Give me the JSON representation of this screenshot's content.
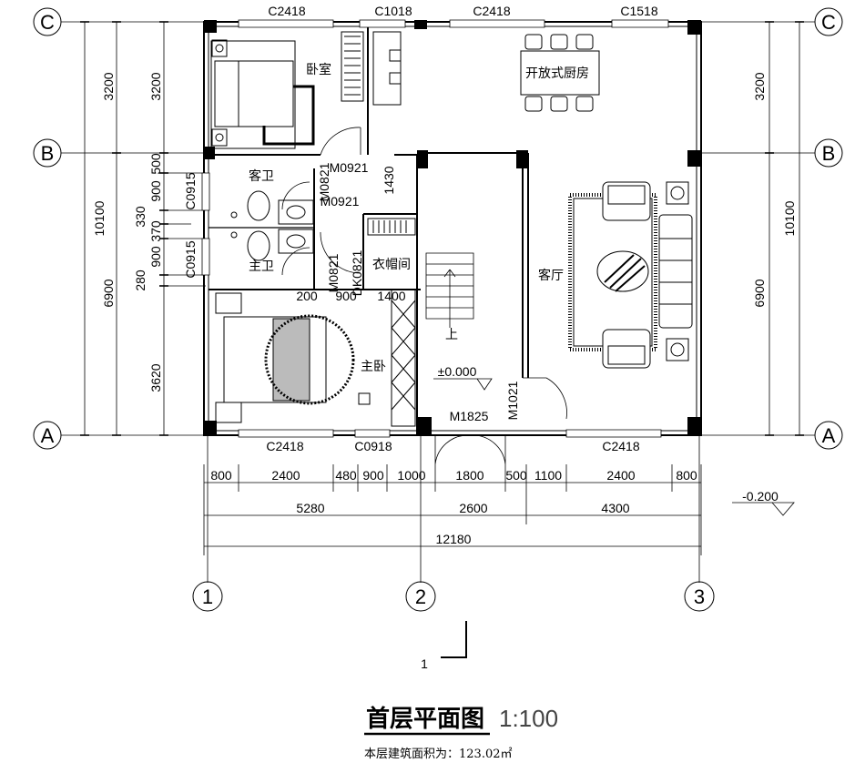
{
  "title": "首层平面图",
  "scale": "1:100",
  "area_note": "本层建筑面积为：123.02㎡",
  "axes": {
    "rows": [
      "C",
      "B",
      "A"
    ],
    "cols": [
      "1",
      "2",
      "3"
    ]
  },
  "rooms": {
    "bedroom": "卧室",
    "kitchen": "开放式厨房",
    "guest_bath": "客卫",
    "master_bath": "主卫",
    "closet": "衣帽间",
    "living": "客厅",
    "master_bedroom": "主卧"
  },
  "elevation_inside": "±0.000",
  "elevation_outside": "-0.200",
  "stair_up": "上",
  "section_mark": "1",
  "openings": {
    "top": [
      "C2418",
      "C1018",
      "C2418",
      "C1518"
    ],
    "bottom": [
      "C2418",
      "C0918",
      "M1825",
      "C2418"
    ],
    "m0921_a": "M0921",
    "m0921_b": "M0921",
    "m0821_a": "M0821",
    "m0821_b": "M0821",
    "dk0821": "DK0821",
    "c0915_a": "C0915",
    "c0915_b": "C0915",
    "m1021": "M1021"
  },
  "inner_dims": {
    "d1430": "1430",
    "d200": "200",
    "d900": "900",
    "d1400": "1400"
  },
  "left_dims": {
    "total": "10100",
    "mid": [
      "3200",
      "6900"
    ],
    "inner": [
      "3200",
      "500",
      "900",
      "330",
      "370",
      "900",
      "280",
      "3620"
    ]
  },
  "right_dims": {
    "total": "10100",
    "mid": [
      "3200",
      "6900"
    ]
  },
  "bottom_dims": {
    "row1": [
      "800",
      "2400",
      "480",
      "900",
      "1000",
      "1800",
      "500",
      "1100",
      "2400",
      "800"
    ],
    "row2": [
      "5280",
      "2600",
      "4300"
    ],
    "row3": "12180"
  }
}
